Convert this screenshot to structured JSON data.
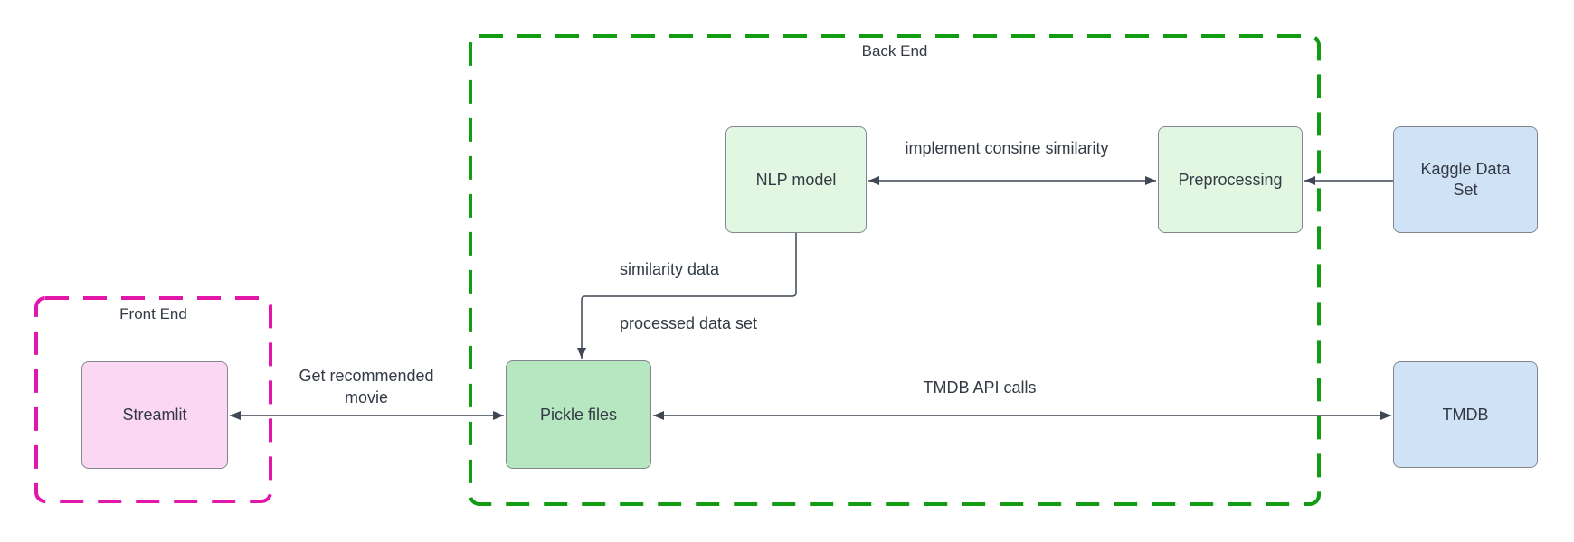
{
  "diagram": {
    "containers": {
      "back_end": {
        "label": "Back End"
      },
      "front_end": {
        "label": "Front End"
      }
    },
    "nodes": {
      "nlp_model": {
        "label": "NLP model",
        "fill": "#e1f7e1"
      },
      "preprocessing": {
        "label": "Preprocessing",
        "fill": "#e1f7e1"
      },
      "kaggle": {
        "label": "Kaggle Data Set",
        "fill": "#cfe2f6"
      },
      "pickle": {
        "label": "Pickle files",
        "fill": "#b7e7c1"
      },
      "streamlit": {
        "label": "Streamlit",
        "fill": "#fcd7f3"
      },
      "tmdb": {
        "label": "TMDB",
        "fill": "#cfe2f6"
      }
    },
    "edge_labels": {
      "cosine": "implement consine similarity",
      "similarity": "similarity data",
      "processed": "processed data set",
      "get_movie": "Get recommended movie",
      "tmdb_api": "TMDB API calls"
    }
  },
  "colors": {
    "back_end_border": "#119c11",
    "front_end_border": "#e316ab",
    "light_green_fill": "#e1f7e1",
    "green_fill": "#b7e7c1",
    "blue_fill": "#cfe2f6",
    "pink_fill": "#fcd7f3",
    "line": "#3e4753",
    "text": "#333a45",
    "node_border": "#82878f"
  }
}
